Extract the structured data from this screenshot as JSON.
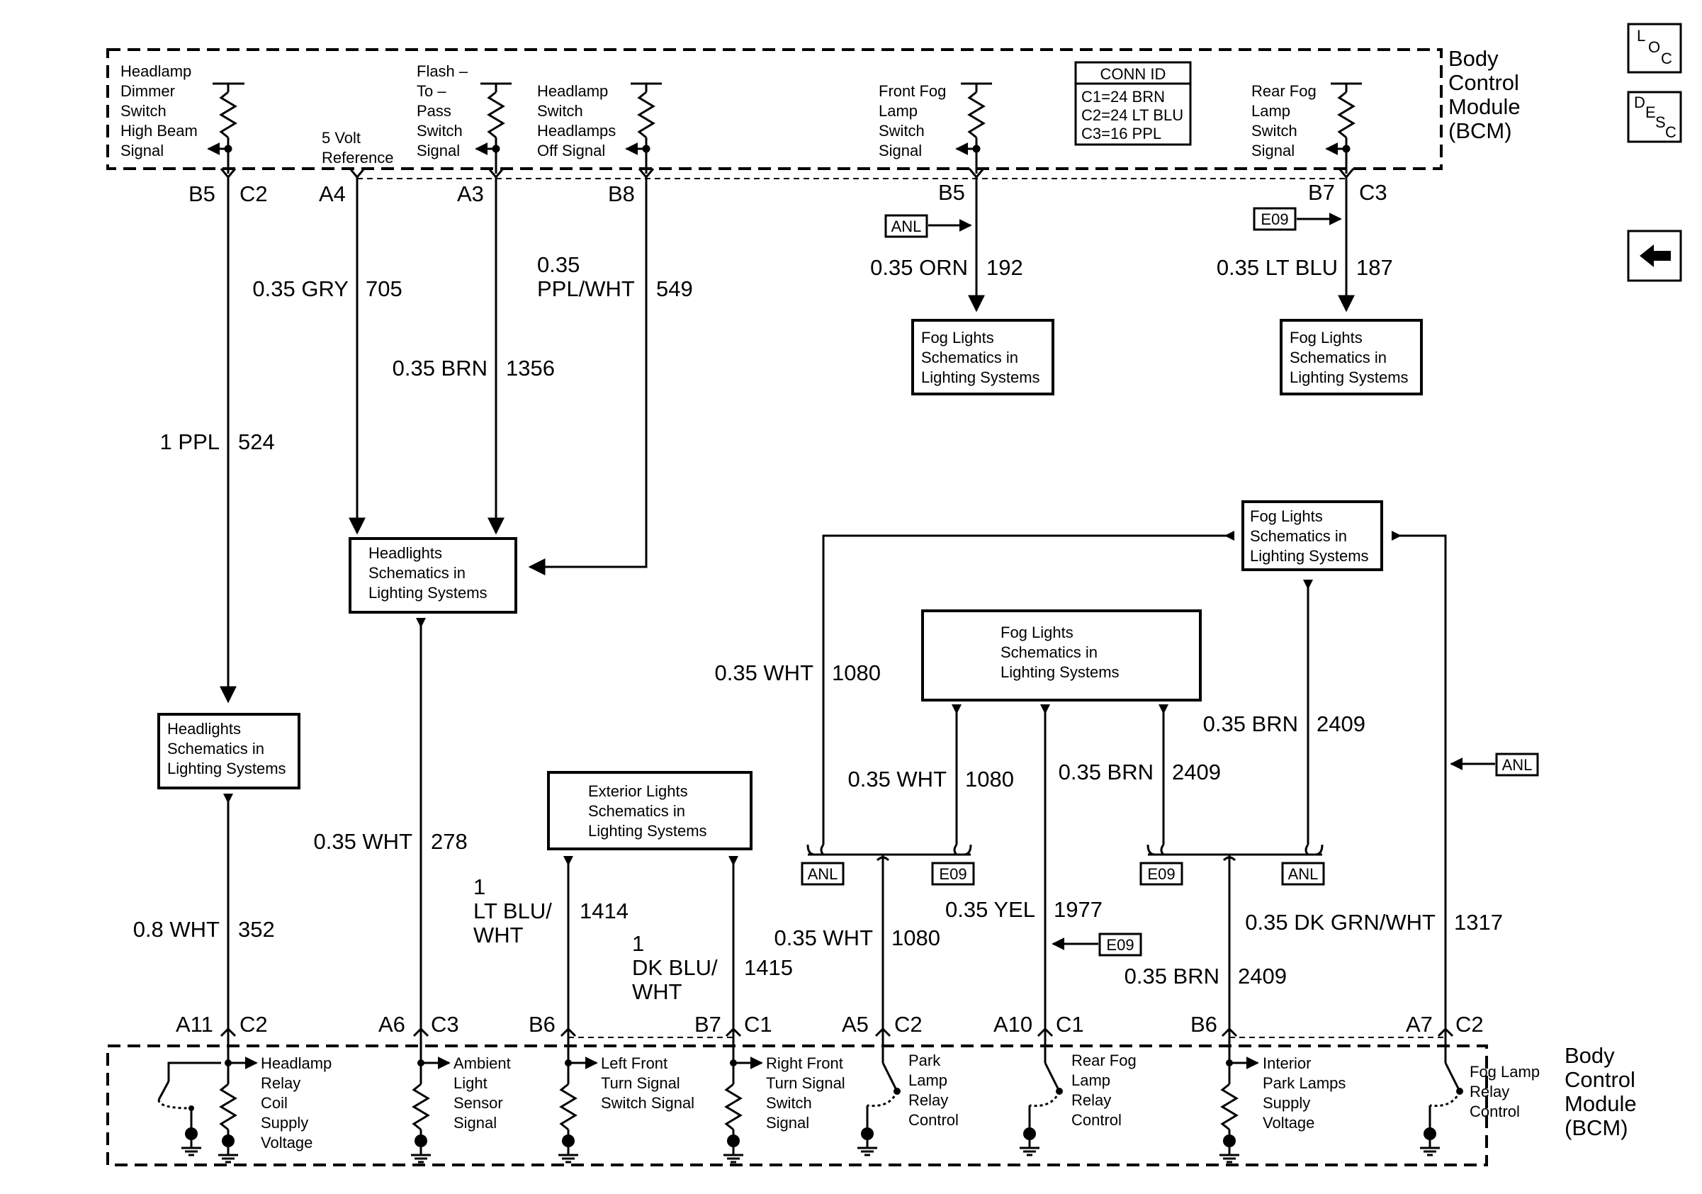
{
  "module": {
    "line1": "Body",
    "line2": "Control",
    "line3": "Module",
    "line4": "(BCM)"
  },
  "nav": {
    "loc_l": "L",
    "loc_o": "O",
    "loc_c": "C",
    "desc_d": "D",
    "desc_e": "E",
    "desc_s": "S",
    "desc_c": "C"
  },
  "conn_id": {
    "title": "CONN ID",
    "c1": "C1=24 BRN",
    "c2": "C2=24 LT BLU",
    "c3": "C3=16 PPL"
  },
  "top_signals": {
    "dimmer": [
      "Headlamp",
      "Dimmer",
      "Switch",
      "High Beam",
      "Signal"
    ],
    "ref5v": [
      "5 Volt",
      "Reference"
    ],
    "flash": [
      "Flash –",
      "To –",
      "Pass",
      "Switch",
      "Signal"
    ],
    "hl_off": [
      "Headlamp",
      "Switch",
      "Headlamps",
      "Off Signal"
    ],
    "front_fog": [
      "Front Fog",
      "Lamp",
      "Switch",
      "Signal"
    ],
    "rear_fog": [
      "Rear Fog",
      "Lamp",
      "Switch",
      "Signal"
    ]
  },
  "top_pins": {
    "b5": "B5",
    "c2": "C2",
    "a4": "A4",
    "a3": "A3",
    "b8": "B8",
    "b5b": "B5",
    "b7": "B7",
    "c3": "C3"
  },
  "wires": {
    "w524_color": "1 PPL",
    "w524_num": "524",
    "w705_color": "0.35 GRY",
    "w705_num": "705",
    "w549_color1": "0.35",
    "w549_color2": "PPL/WHT",
    "w549_num": "549",
    "w1356_color": "0.35 BRN",
    "w1356_num": "1356",
    "w192_color": "0.35 ORN",
    "w192_num": "192",
    "w187_color": "0.35 LT BLU",
    "w187_num": "187",
    "w352_color": "0.8 WHT",
    "w352_num": "352",
    "w278_color": "0.35 WHT",
    "w278_num": "278",
    "w1414_color1": "1",
    "w1414_color2": "LT BLU/",
    "w1414_color3": "WHT",
    "w1414_num": "1414",
    "w1415_color1": "1",
    "w1415_color2": "DK BLU/",
    "w1415_color3": "WHT",
    "w1415_num": "1415",
    "w1080a_color": "0.35 WHT",
    "w1080a_num": "1080",
    "w1080b_color": "0.35 WHT",
    "w1080b_num": "1080",
    "w1080c_color": "0.35 WHT",
    "w1080c_num": "1080",
    "w2409a_color": "0.35 BRN",
    "w2409a_num": "2409",
    "w2409b_color": "0.35 BRN",
    "w2409b_num": "2409",
    "w2409c_color": "0.35 BRN",
    "w2409c_num": "2409",
    "w1977_color": "0.35 YEL",
    "w1977_num": "1977",
    "w1317_color": "0.35 DK GRN/WHT",
    "w1317_num": "1317"
  },
  "refs": {
    "fog_lights": [
      "Fog Lights",
      "Schematics in",
      "Lighting Systems"
    ],
    "headlights": [
      "Headlights",
      "Schematics in",
      "Lighting Systems"
    ],
    "exterior": [
      "Exterior Lights",
      "Schematics in",
      "Lighting Systems"
    ]
  },
  "options": {
    "anl": "ANL",
    "e09": "E09"
  },
  "bottom_pins": {
    "a11": "A11",
    "c2a": "C2",
    "a6": "A6",
    "c3": "C3",
    "b6": "B6",
    "b7": "B7",
    "c1a": "C1",
    "a5": "A5",
    "c2b": "C2",
    "a10": "A10",
    "c1b": "C1",
    "b6b": "B6",
    "a7": "A7",
    "c2c": "C2"
  },
  "bottom_signals": {
    "hl_relay": [
      "Headlamp",
      "Relay",
      "Coil",
      "Supply",
      "Voltage"
    ],
    "ambient": [
      "Ambient",
      "Light",
      "Sensor",
      "Signal"
    ],
    "left_turn": [
      "Left Front",
      "Turn Signal",
      "Switch Signal"
    ],
    "right_turn": [
      "Right Front",
      "Turn Signal",
      "Switch",
      "Signal"
    ],
    "park_relay": [
      "Park",
      "Lamp",
      "Relay",
      "Control"
    ],
    "rear_fog_relay": [
      "Rear Fog",
      "Lamp",
      "Relay",
      "Control"
    ],
    "interior_park": [
      "Interior",
      "Park Lamps",
      "Supply",
      "Voltage"
    ],
    "fog_relay": [
      "Fog Lamp",
      "Relay",
      "Control"
    ]
  }
}
